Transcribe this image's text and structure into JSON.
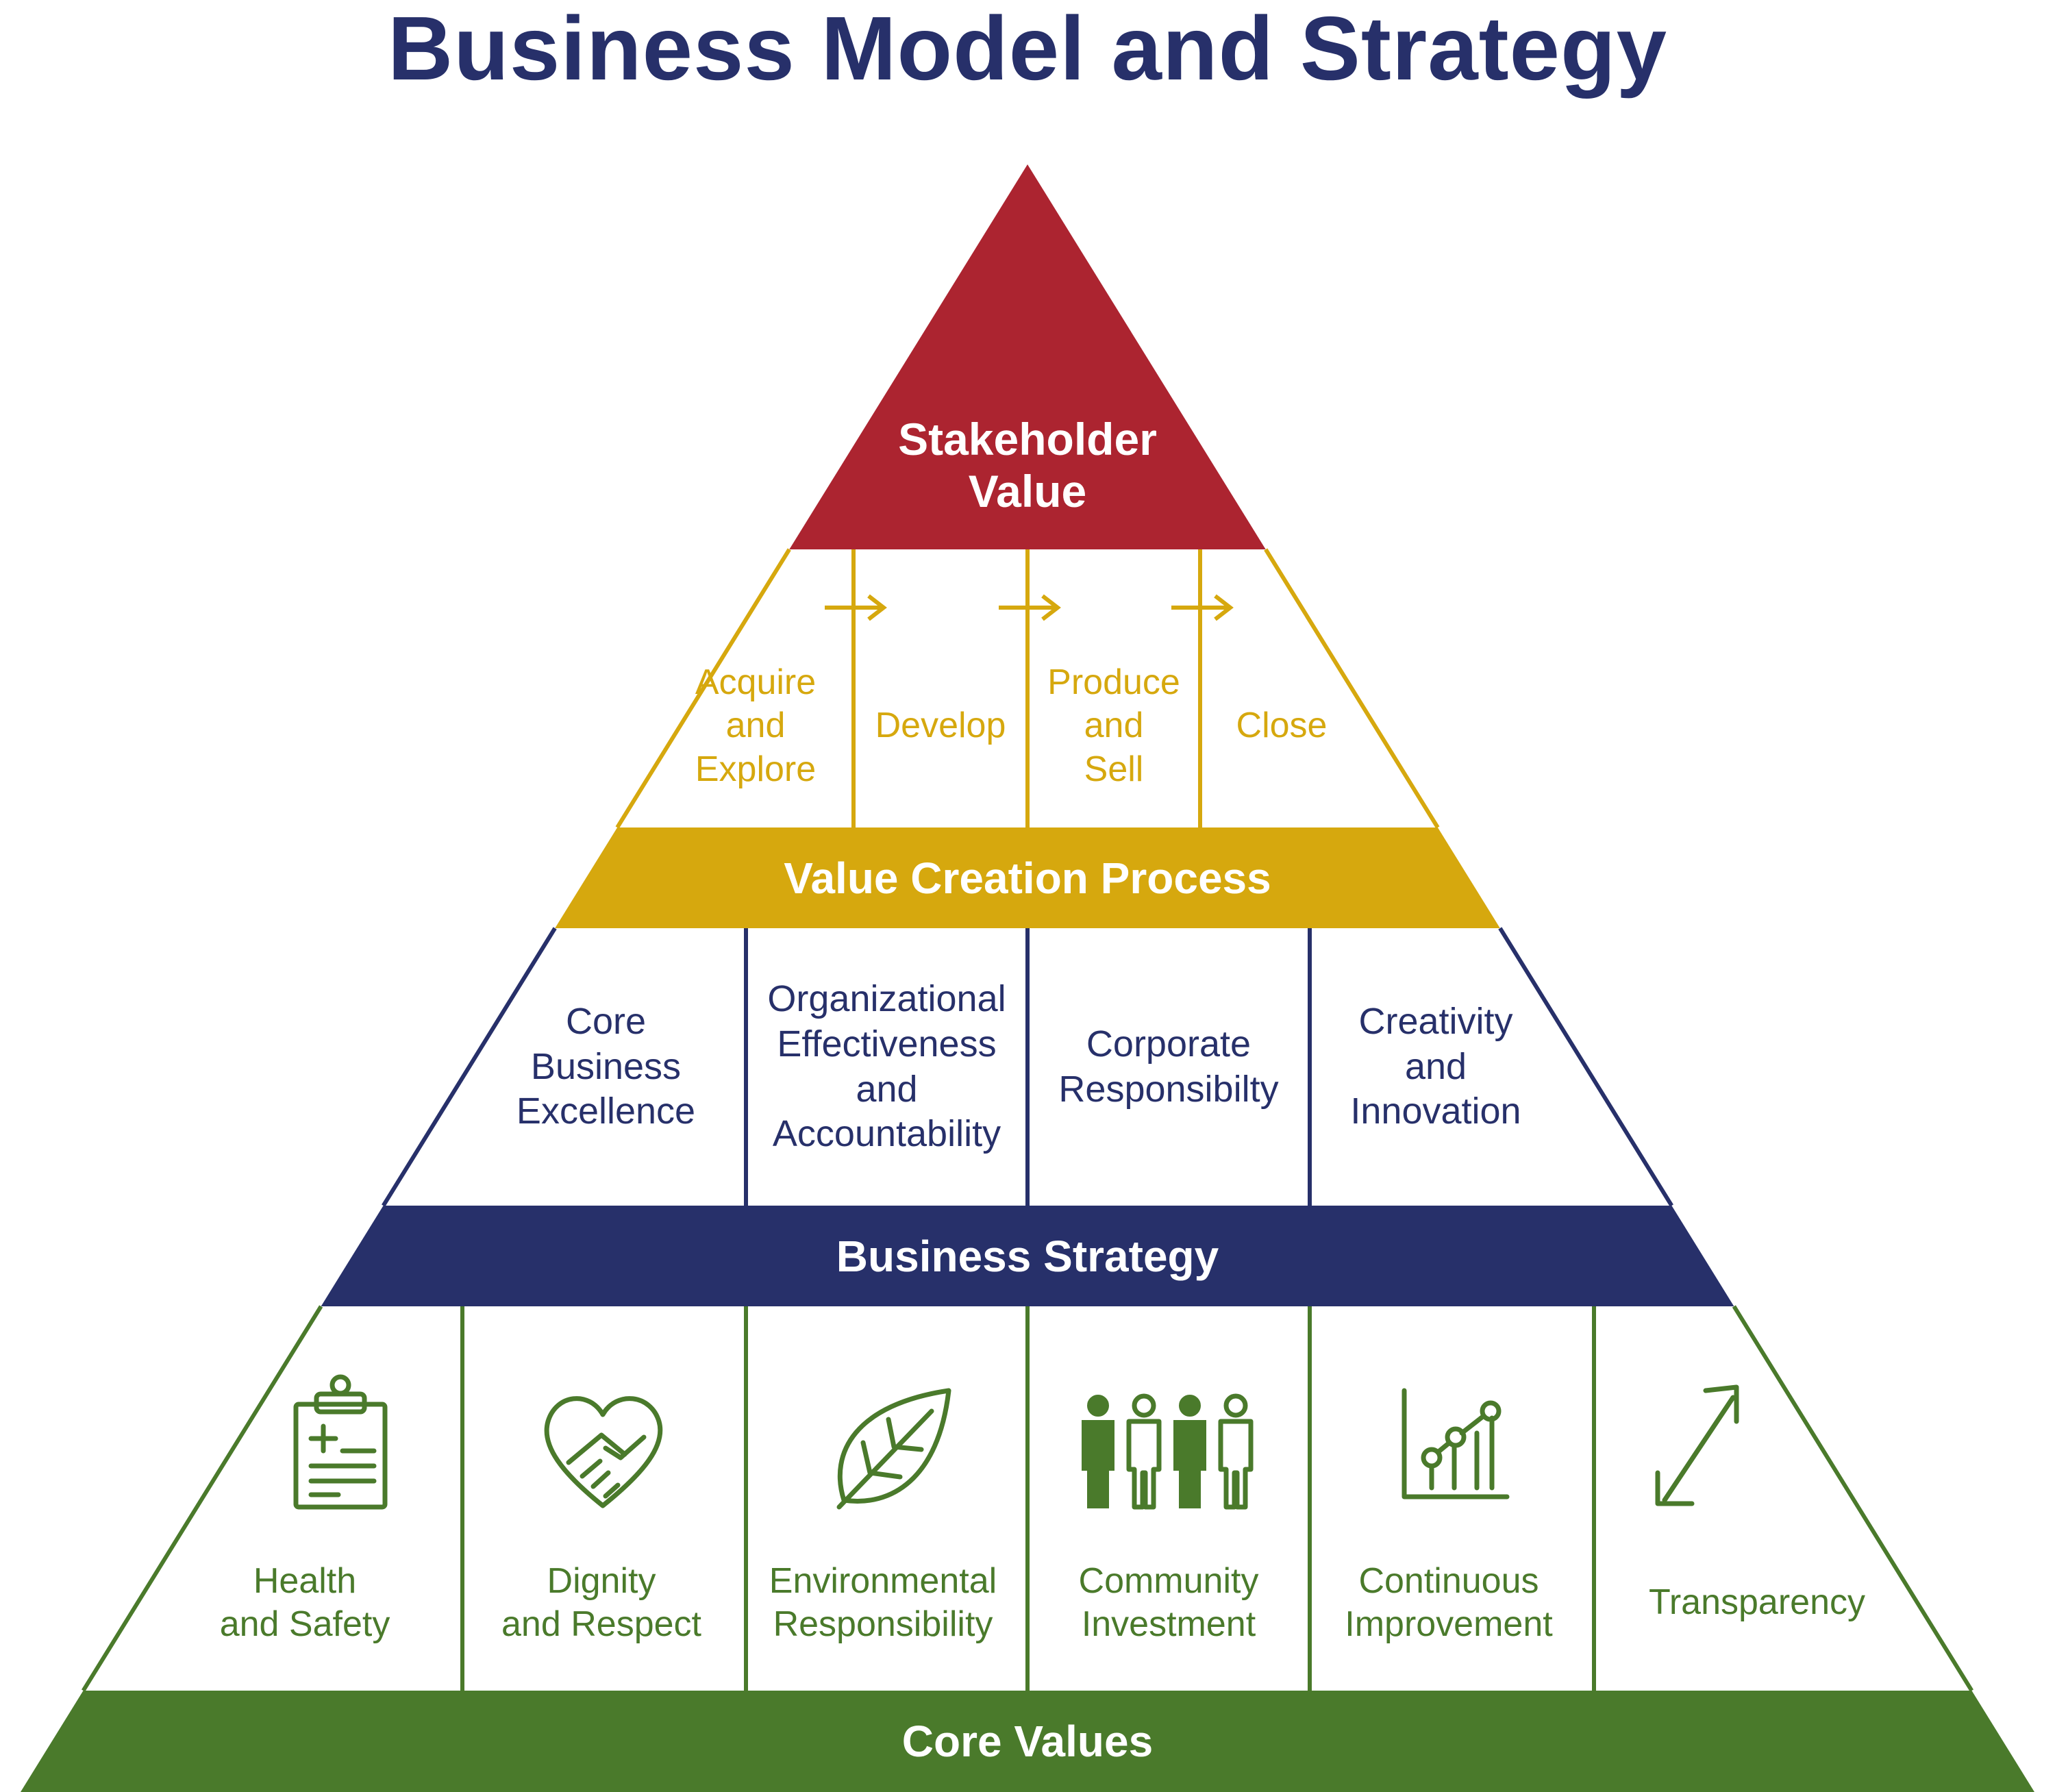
{
  "title": "Business Model and Strategy",
  "colors": {
    "title": "#27306a",
    "stakeholder": "#ac2430",
    "value_creation": "#d6a80e",
    "business_strategy": "#27306a",
    "core_values": "#4a7a2b",
    "background": "#ffffff"
  },
  "pyramid": {
    "stakeholder_value": {
      "label": "Stakeholder\nValue"
    },
    "value_creation": {
      "band_label": "Value Creation Process",
      "steps": [
        "Acquire\nand\nExplore",
        "Develop",
        "Produce\nand\nSell",
        "Close"
      ]
    },
    "business_strategy": {
      "band_label": "Business Strategy",
      "pillars": [
        "Core\nBusiness\nExcellence",
        "Organizational\nEffectiveness\nand\nAccountability",
        "Corporate\nResponsibilty",
        "Creativity\nand\nInnovation"
      ]
    },
    "core_values": {
      "band_label": "Core Values",
      "values": [
        {
          "label": "Health\nand Safety",
          "icon": "clipboard-medical-icon"
        },
        {
          "label": "Dignity\nand Respect",
          "icon": "heart-handshake-icon"
        },
        {
          "label": "Environmental\nResponsibility",
          "icon": "leaf-icon"
        },
        {
          "label": "Community\nInvestment",
          "icon": "people-group-icon"
        },
        {
          "label": "Continuous\nImprovement",
          "icon": "growth-chart-icon"
        },
        {
          "label": "Transparency",
          "icon": "two-way-arrows-icon"
        }
      ]
    }
  }
}
